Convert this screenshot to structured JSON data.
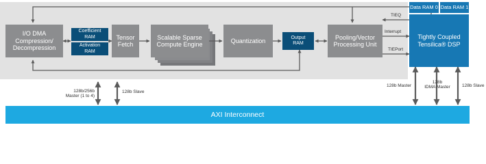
{
  "blocks": {
    "io_dma": "I/O DMA\nCompression/\nDecompression",
    "coefficient_ram": "Coefficient\nRAM",
    "activation_ram": "Activation\nRAM",
    "tensor_fetch": "Tensor\nFetch",
    "sparse_engine": "Scalable Sparse\nCompute Engine",
    "quantization": "Quantization",
    "output_ram": "Output\nRAM",
    "pooling": "Pooling/Vector\nProcessing Unit",
    "dsp": "Tightly Coupled\nTensilica® DSP",
    "data_ram_0": "Data RAM 0",
    "data_ram_1": "Data RAM 1",
    "axi": "AXI Interconnect"
  },
  "signals": {
    "tieq": "TIEQ",
    "interrupt": "Interrupt",
    "tieport": "TIEPort"
  },
  "bus_labels": {
    "master_128_256": "128b/256b\nMaster (1 to 4)",
    "slave_128_a": "128b Slave",
    "master_128": "128b Master",
    "idma_master": "128b\nIDMA Master",
    "slave_128_b": "128b Slave"
  },
  "colors": {
    "background_panel": "#e2e2e2",
    "block_gray": "#8c8d8f",
    "block_navy": "#0a4e78",
    "dsp_blue": "#1778b4",
    "axi_blue": "#1ea9e1",
    "arrow": "#5a5a5a"
  }
}
